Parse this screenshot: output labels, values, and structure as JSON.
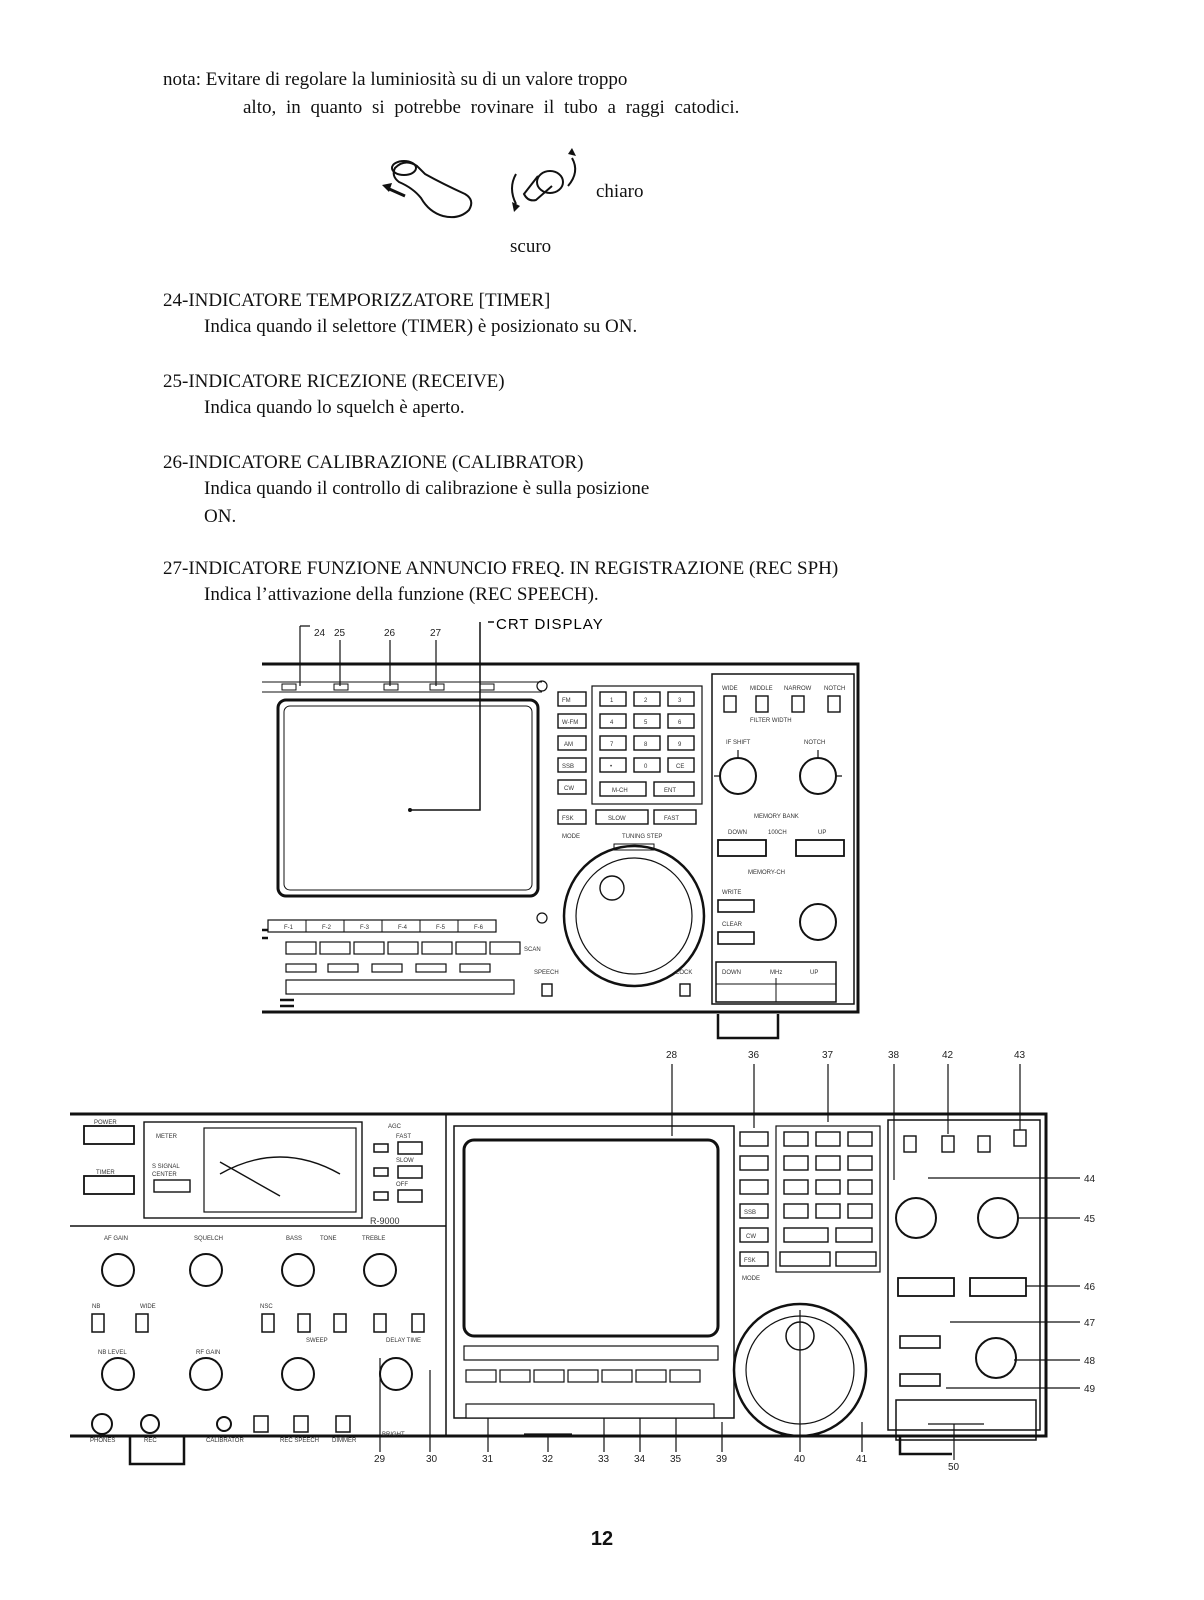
{
  "note": {
    "line1": "nota: Evitare di regolare la luminiosità su di un valore troppo",
    "line2": "alto, in quanto si potrebbe rovinare il tubo a raggi catodici."
  },
  "knob_figure": {
    "bright_label": "chiaro",
    "dark_label": "scuro"
  },
  "sections": [
    {
      "heading": "24-INDICATORE TEMPORIZZATORE [TIMER]",
      "lines": [
        "Indica quando il selettore (TIMER) è posizionato su ON."
      ]
    },
    {
      "heading": "25-INDICATORE RICEZIONE (RECEIVE)",
      "lines": [
        "Indica quando lo squelch è aperto."
      ]
    },
    {
      "heading": "26-INDICATORE CALIBRAZIONE (CALIBRATOR)",
      "lines": [
        "Indica quando il controllo di calibrazione è sulla posizione",
        "ON."
      ]
    },
    {
      "heading": "27-INDICATORE FUNZIONE ANNUNCIO FREQ. IN REGISTRAZIONE (REC SPH)",
      "lines": [
        "Indica l’attivazione della funzione (REC SPEECH)."
      ]
    }
  ],
  "upper_diagram": {
    "crt_label": "CRT DISPLAY",
    "callouts": [
      "24",
      "25",
      "26",
      "27"
    ],
    "keypad": [
      "1",
      "2",
      "3",
      "4",
      "5",
      "6",
      "7",
      "8",
      "9",
      "•",
      "0",
      "CE"
    ],
    "mode_buttons": [
      "FM",
      "W-FM",
      "AM",
      "SSB",
      "CW",
      "FSK"
    ],
    "function_keys": [
      "F-1",
      "F-2",
      "F-3",
      "F-4",
      "F-5",
      "F-6"
    ],
    "panel_labels": {
      "filter_width": "FILTER WIDTH",
      "wide": "WIDE",
      "middle": "MIDDLE",
      "narrow": "NARROW",
      "notch": "NOTCH",
      "if_shift": "IF SHIFT",
      "notch_knob": "NOTCH",
      "memory_bank": "MEMORY BANK",
      "down": "DOWN",
      "up": "UP",
      "hundred_ch": "100CH",
      "memory_ch": "MEMORY-CH",
      "write": "WRITE",
      "clear": "CLEAR",
      "mch": "M-CH",
      "ent": "ENT",
      "slow": "SLOW",
      "fast": "FAST",
      "mode": "MODE",
      "tuning_step": "TUNING STEP",
      "scan": "SCAN",
      "speech": "SPEECH",
      "lock": "LOCK",
      "mhz": "MHz"
    }
  },
  "lower_diagram": {
    "callouts_top": [
      "28",
      "36",
      "37",
      "38",
      "42",
      "43"
    ],
    "callouts_right": [
      "44",
      "45",
      "46",
      "47",
      "48",
      "49"
    ],
    "callouts_bottom": [
      "29",
      "30",
      "31",
      "32",
      "33",
      "34",
      "35",
      "39",
      "40",
      "41",
      "50"
    ],
    "panel_labels": {
      "power": "POWER",
      "timer": "TIMER",
      "meter": "METER",
      "s_signal": "S SIGNAL",
      "center": "CENTER",
      "agc": "AGC",
      "fast": "FAST",
      "slow": "SLOW",
      "off": "OFF",
      "model": "R-9000",
      "af_gain": "AF GAIN",
      "squelch": "SQUELCH",
      "bass": "BASS",
      "tone": "TONE",
      "treble": "TREBLE",
      "nb": "NB",
      "wide": "WIDE",
      "nsc": "NSC",
      "nb_level": "NB LEVEL",
      "rf_gain": "RF GAIN",
      "sweep": "SWEEP",
      "delay_time": "DELAY TIME",
      "phones": "PHONES",
      "rec": "REC",
      "calibrator": "CALIBRATOR",
      "rec_speech": "REC SPEECH",
      "dimmer": "DIMMER",
      "bright": "BRIGHT",
      "ssb": "SSB",
      "cw": "CW",
      "fsk": "FSK",
      "mode": "MODE"
    }
  },
  "page_number": "12"
}
